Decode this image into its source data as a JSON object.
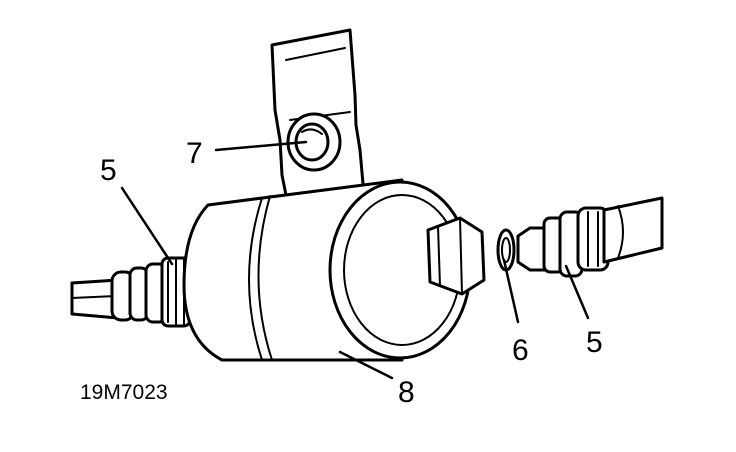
{
  "diagram": {
    "figure_id": "19M7023",
    "callouts": {
      "bolt": "7",
      "hose_fitting_left": "5",
      "hose_fitting_right": "5",
      "sealing_washer": "6",
      "fuel_filter": "8"
    },
    "stroke_color": "#000000",
    "background_color": "#ffffff"
  }
}
